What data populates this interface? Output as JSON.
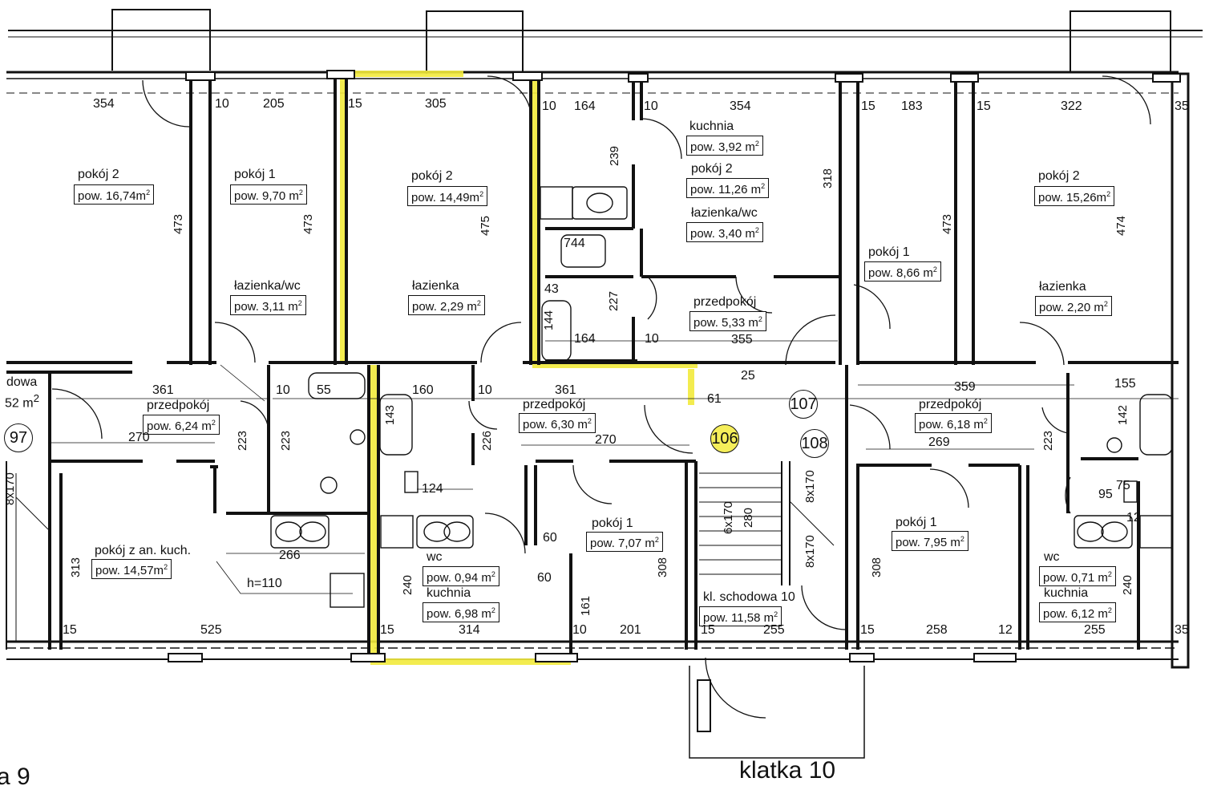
{
  "staircase_label": "klatka 10",
  "left_fragment": "a 9",
  "unit_numbers": {
    "u97": "97",
    "u106": "106",
    "u107": "107",
    "u108": "108"
  },
  "rooms": {
    "r1_name": "pokój 2",
    "r1_area": "pow. 16,74m",
    "r2_name": "pokój 1",
    "r2_area": "pow. 9,70 m",
    "r3_name": "pokój 2",
    "r3_area": "pow. 14,49m",
    "r4_name": "kuchnia",
    "r4_area": "pow. 3,92 m",
    "r5_name": "pokój 2",
    "r5_area": "pow. 11,26 m",
    "r6_name": "łazienka/wc",
    "r6_area": "pow. 3,40 m",
    "r7_name": "przedpokój",
    "r7_area": "pow. 5,33 m",
    "r8_name": "pokój 1",
    "r8_area": "pow. 8,66 m",
    "r9_name": "pokój 2",
    "r9_area": "pow. 15,26m",
    "r10_name": "łazienka/wc",
    "r10_area": "pow. 3,11 m",
    "r11_name": "łazienka",
    "r11_area": "pow. 2,29 m",
    "r12_name": "łazienka",
    "r12_area": "pow. 2,20 m",
    "r13_name": "przedpokój",
    "r13_area": "pow. 6,24 m",
    "r14_name": "przedpokój",
    "r14_area": "pow. 6,30 m",
    "r15_name": "przedpokój",
    "r15_area": "pow. 6,18 m",
    "r16_name": "pokój z an. kuch.",
    "r16_area": "pow. 14,57m",
    "r17_name": "pokój 1",
    "r17_area": "pow. 7,07 m",
    "r18_name": "pokój 1",
    "r18_area": "pow. 7,95 m",
    "r19_name": "wc",
    "r19_area": "pow. 0,94 m",
    "r20_name": "kuchnia",
    "r20_area": "pow. 6,98 m",
    "r21_name": "kl. schodowa 10",
    "r21_area": "pow. 11,58 m",
    "r22_name": "wc",
    "r22_area": "pow. 0,71 m",
    "r23_name": "kuchnia",
    "r23_area": "pow. 6,12 m",
    "r24_name": "dowa",
    "r24_area": "52 m",
    "sq": "2"
  },
  "dims": {
    "top": [
      "354",
      "10",
      "205",
      "15",
      "305",
      "10",
      "164",
      "10",
      "354",
      "15",
      "183",
      "15",
      "322",
      "35"
    ],
    "mid": [
      "361",
      "10",
      "55",
      "160",
      "10",
      "361",
      "61",
      "359",
      "155"
    ],
    "mid2": [
      "270",
      "270",
      "269",
      "266",
      "124",
      "164",
      "355",
      "10"
    ],
    "bottom": [
      "15",
      "525",
      "15",
      "314",
      "10",
      "201",
      "15",
      "255",
      "15",
      "258",
      "12",
      "255",
      "35"
    ],
    "misc": [
      "h=110",
      "60",
      "60",
      "43",
      "7",
      "44",
      "25",
      "95",
      "75",
      "12"
    ],
    "verticals": [
      "473",
      "473",
      "475",
      "318",
      "473",
      "474",
      "239",
      "227",
      "144",
      "223",
      "223",
      "226",
      "143",
      "142",
      "223",
      "313",
      "240",
      "308",
      "161",
      "308",
      "280",
      "240"
    ],
    "stairs": [
      "6x170",
      "8x170",
      "8x170",
      "8x170"
    ]
  },
  "colors": {
    "wall": "#111111",
    "highlight": "#f2ea3c",
    "paper": "#ffffff"
  }
}
